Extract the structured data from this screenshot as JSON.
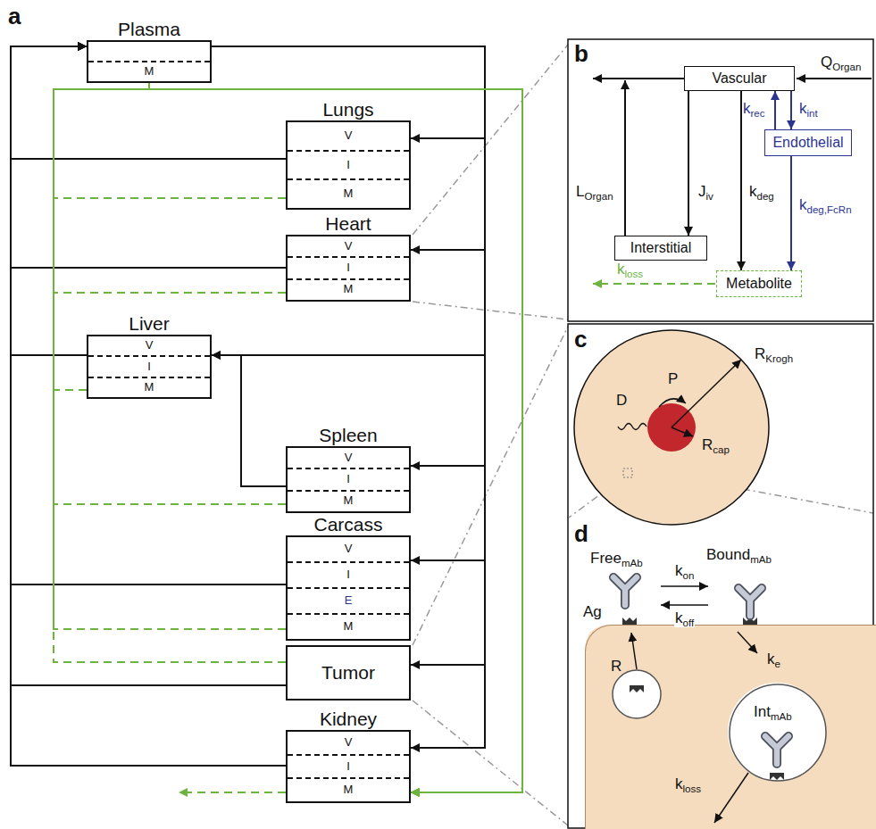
{
  "diagram": {
    "nodes": [
      {
        "text": [
          "Plasma",
          "M"
        ]
      },
      {
        "text": [
          "Lungs",
          "V",
          "I",
          "M"
        ]
      },
      {
        "text": [
          "Heart",
          "V",
          "I",
          "M"
        ]
      },
      {
        "text": [
          "Liver",
          "V",
          "I",
          "M"
        ]
      },
      {
        "text": [
          "Spleen",
          "V",
          "I",
          "M"
        ]
      },
      {
        "text": [
          "Carcass",
          "V",
          "I",
          "E",
          "M"
        ]
      },
      {
        "text": [
          "Tumor"
        ]
      },
      {
        "text": [
          "Kidney",
          "V",
          "I",
          "M"
        ]
      },
      {
        "text": [
          "Vascular"
        ]
      },
      {
        "text": [
          "Endothelial"
        ]
      },
      {
        "text": [
          "Interstitial"
        ]
      },
      {
        "text": [
          "Metabolite"
        ]
      },
      {
        "text": [
          "P",
          "D",
          "Rcap",
          "RKrogh"
        ]
      },
      {
        "text": [
          "R",
          "ke",
          "kloss"
        ]
      },
      {
        "text": [
          "IntmAb"
        ],
        "in": 13
      }
    ],
    "edges": [
      {
        "from": 0,
        "to": 1,
        "arrow": "to"
      },
      {
        "from": 0,
        "to": 2,
        "arrow": "to"
      },
      {
        "from": 0,
        "to": 3,
        "arrow": "to"
      },
      {
        "from": 0,
        "to": 4,
        "arrow": "to"
      },
      {
        "from": 0,
        "to": 5,
        "arrow": "to"
      },
      {
        "from": 0,
        "to": 6,
        "arrow": "to"
      },
      {
        "from": 0,
        "to": 7,
        "arrow": "to"
      },
      {
        "from": 1,
        "to": 0,
        "arrow": "to"
      },
      {
        "from": 2,
        "to": 0,
        "arrow": "to"
      },
      {
        "from": 3,
        "to": 0,
        "arrow": "to"
      },
      {
        "from": 5,
        "to": 0,
        "arrow": "to"
      },
      {
        "from": 6,
        "to": 0,
        "arrow": "to"
      },
      {
        "from": 7,
        "to": 0,
        "arrow": "to"
      },
      {
        "from": 4,
        "to": 3,
        "arrow": "to"
      },
      {
        "from": 0,
        "to": 7,
        "arrow": "to"
      },
      {
        "from": 1,
        "to": 7,
        "arrow": "to"
      },
      {
        "from": 2,
        "to": 7,
        "arrow": "to"
      },
      {
        "from": 3,
        "to": 7,
        "arrow": "to"
      },
      {
        "from": 4,
        "to": 7,
        "arrow": "to"
      },
      {
        "from": 5,
        "to": 7,
        "arrow": "to"
      },
      {
        "from": 6,
        "to": 7,
        "arrow": "to"
      },
      {
        "from": 8,
        "to": 10,
        "arrow": "to",
        "label": "Jiv"
      },
      {
        "from": 8,
        "to": 11,
        "arrow": "to",
        "label": "kdeg"
      },
      {
        "from": 9,
        "to": 8,
        "arrow": "to",
        "label": "krec"
      },
      {
        "from": 8,
        "to": 9,
        "arrow": "to",
        "label": "kint"
      },
      {
        "from": 9,
        "to": 11,
        "arrow": "to",
        "label": "kdeg,FcRn"
      }
    ],
    "labels": [
      "a",
      "b",
      "QOrgan",
      "LOrgan",
      "kloss",
      "c",
      "d",
      "FreemAb",
      "BoundmAb",
      "kon",
      "koff",
      "Ag"
    ]
  }
}
